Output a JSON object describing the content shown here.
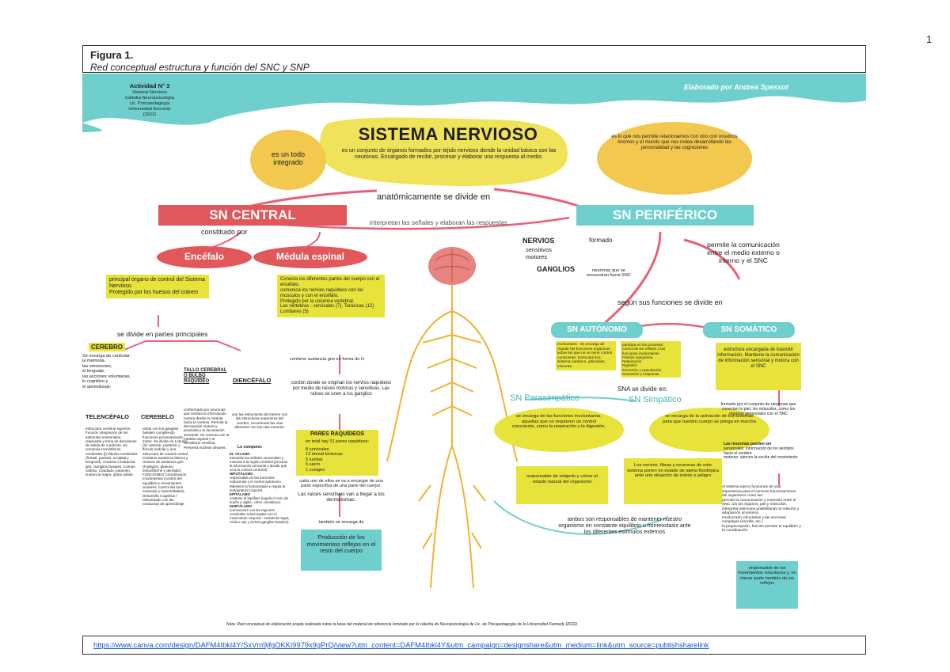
{
  "page_number": "1",
  "figure": {
    "label": "Figura 1.",
    "title": "Red conceptual estructura y función del SNC y SNP"
  },
  "link": "https://www.canva.com/design/DAFM4Ibkl4Y/SxVm9jfgOKKi9979x9gPrQ/view?utm_content=DAFM4Ibkl4Y&utm_campaign=designshare&utm_medium=link&utm_source=publishsharelink",
  "colors": {
    "teal": "#6fcfcd",
    "yellow": "#e8e33a",
    "coral": "#e2575a",
    "pink": "#f08aa8",
    "nerve": "#f2b233",
    "brain": "#e8847f"
  },
  "header": {
    "activity": "Actividad N° 3",
    "lines": [
      "Sistema Nervioso",
      "Cátedra Neuropsicología",
      "Lic. Psicopedagogía",
      "Universidad Kennedy",
      "(2022)"
    ],
    "author": "Elaborado por Andrea Spessot"
  },
  "center": {
    "title": "SISTEMA NERVIOSO",
    "description": "es un conjunto de órganos formados por tejido nervioso donde la unidad básica son las neuronas. Encargado de recibir, procesar y elaborar una respuesta al medio.",
    "left_cloud": "es un todo integrado",
    "right_cloud": "es lo que nos permite relacionarnos con otro con nosotros mismos y el mundo que nos rodea desarrollando las personalidad y las cogniciones",
    "divides": "anatómicamente se divide en",
    "interpret": "interpretan las señales y elaboran las respuestas"
  },
  "snc": {
    "title": "SN CENTRAL",
    "constituted": "constituido por",
    "encefalo": {
      "title": "Encéfalo",
      "bullets": [
        "principal órgano de control del Sistema Nervioso.",
        "Protegido por los huesos del cráneo"
      ],
      "divides": "se divide en partes principales",
      "cerebro": {
        "title": "CEREBRO",
        "intro": "Se encarga de controlar:",
        "items": [
          "la memoria,",
          "las emociones,",
          "el lenguaje,",
          "las acciones voluntarias,",
          "lo cognitivo y",
          "el aprendizaje."
        ]
      },
      "telencefalo": {
        "title": "TELENCÉFALO",
        "text": "estructura cerebral superior. Función integración de los estímulos sensoriales, respuesta y toma de decisiones de salida de conducta. Se compone Hemisferios cerebrales (l) lóbulos cerebrales (frontal, parietal, occipital y temporal). Corteza o sustancia gris. Ganglios basales. Cuerpo calloso, Caudado, putamen, sustancia negra, globo pálido."
      },
      "cerebelo": {
        "title": "CEREBELO",
        "text": "unido con los ganglios basales cumpliendo funciones procesamiento motor. Se divide en Lóbulos (3): anterior, posterior y flóculo nodular y una estructura de control central. Contiene sustancia blanca y núcleos de sustancia gris (Fastigios, globoso, emboliforme y dentado). FUNCIONES Coordinación movimientos (control del equilibrio y movimientos oculares, control del tono muscular y extremidades). Desarrollo Cognitivo / relacionado con las conductas de aprendizaje."
      },
      "tallo": {
        "title": "TALLO CEREBRAL O BULBO RAQUÍDEO",
        "text": "conformado por neuronas que reciben la información motora desde la médula hacia la corteza. Permite la decusación motora y piramidal y la decusación sensorial. Se conecta con la médula espinal y el hemisferio cerebral. Presenta núcleos olivares."
      },
      "diencefalo": {
        "title": "DIENCÉFALO",
        "text": "une las estructuras del interior con las estructuras superiores del cerebro, recorriendo las vías aferentes con las vías motoras.",
        "components_title": "Lo compone:",
        "components": [
          {
            "name": "EL TÁLAMO",
            "text": "transmite las señales sensoriales y motoras a la región cerebral (procesa la información sensorial y decide qué va a la corteza cerebral)."
          },
          {
            "name": "HIPOTÁLAMO",
            "text": "responsable de las funciones endocrinas y el control autónomo. Mantiene la homeostasis y regula la temperatura corporal."
          },
          {
            "name": "EPITÁLAMO",
            "text": "contiene la hipófisis (regula el ciclo de sueño y vigilia - ritmo circadiano)."
          },
          {
            "name": "SUBTÁLAMO",
            "text": "(conexiones con las regiones cerebrales relacionadas con el movimiento corporal - sustancia negra, núcleo rojo y ciertos ganglios basales)."
          }
        ]
      }
    },
    "medula": {
      "title": "Médula espinal",
      "bullets": [
        "Conecta los diferentes partes del cuerpo con el encéfalo.",
        "comunica los nervios raquídeos con los músculos y con el encéfalo.",
        "Protegido por la columna vertebral.",
        "Las vértebras - cervicales (7), Torácicas (12) Lumbares (5)"
      ],
      "gray": "contiene sustancia gris en forma de H",
      "cords": "cordón donde se originan los nervios raquídeos por medio de raíces motoras y sensitivas. Las raíces se unen a los ganglios",
      "pairs_title": "PARES RAQUÍDEOS",
      "pairs_sub": "en total hay 31 pares raquídeos:",
      "pairs": [
        "8 cervicales",
        "12 dorsal torácicas",
        "5 lumbar",
        "5 sacro",
        "1 coxígeo"
      ],
      "pairs_note": "cada uno de ellos se va a encargar de una parte específica de una parte del cuerpo.",
      "dermatomas": "Las raíces sensitivas van a llegar a los dermatomas.",
      "also": "también se encarga de",
      "reflexes": "Producción de los movimientos reflejos en el resto del cuerpo"
    }
  },
  "snp": {
    "title": "SN PERIFÉRICO",
    "formado": "formado",
    "nervios": "NERVIOS",
    "nervios_types": [
      "sensitivos",
      "motores"
    ],
    "ganglios": "GANGLIOS",
    "ganglios_desc": "neuronas que se encuentran fuera SNC",
    "permite": "permite la comunicación entre el medio externo o interno y el SNC",
    "funciones": "según sus funciones se divide en",
    "autonomo": {
      "title": "SN AUTÓNOMO",
      "left_text": "Involuntario - se encarga de regular las funciones orgánicas sobre las que no se tiene control consciente: músculos liso, sistema cardíaco, glándulas, vísceras.",
      "right_intro": "participa en los procesos:",
      "right_items": [
        "control de los reflejos y las funciones involuntarias",
        "Presión sanguínea",
        "Respiración",
        "Digestión",
        "Excreción y eyaculación",
        "Sensación y respuesta"
      ],
      "sna_divides": "SNA se divide en:",
      "para": {
        "title": "SN Parasimpático",
        "text": "se encarga de las funciones involuntarias, aquellas que no requieren un control consciente, como la respiración y la digestión.",
        "bottom": "responsable de relajarlo y volver al estado natural del organismo"
      },
      "simp": {
        "title": "SN Simpático",
        "text": "se encarga de la activación de los sistemas para que nuestro cuerpo se ponga en marcha",
        "bottom": "Los nervios, fibras y neuronas de este sistema ponen en estado de alerta fisiológica ante una situación de estrés o peligro"
      },
      "both": "ambos son responsables de mantener nuestro organismo en constante equilibrio u homeostasis ante los diferentes estímulos externos"
    },
    "somatico": {
      "title": "SN SOMÁTICO",
      "text": "estructura encargada de trasmitir información. Mantiene la comunicación de información sensorial y motora con el SNC",
      "nerves": "formado por el conjunto de neuronas que conectan la piel, los músculos, como los órganos sensoriales con el SNC",
      "neurons_title": "Las neuronas pueden ser",
      "neurons": [
        "sensoriales: información de los sentidos hacia el cerebro",
        "motoras: ejercen la acción del movimiento"
      ],
      "functions_intro": "el sistema ejerce funciones de vital importancia para el correcto funcionamiento del organismo como ser:",
      "functions": [
        "permite la comunicación y conexión entre el SNC con los órganos, piel y músculos.",
        "interpreta estímulos posibilitando la relación y adaptación al entorno.",
        "Involucrado voluntarias y las acciones complejas (escribir, etc.)",
        "la propiocepción, función permite el equilibrio y la coordinación"
      ],
      "voluntary": "responsable de los movimientos voluntarios y, en menor parte también de los reflejos"
    }
  },
  "note": "Nota: Red conceptual de elaboración propia realizada sobre la base del material de referencia brindado por la cátedra de Neuropsicología de Lic. de Psicopedagogía de la Universidad Kennedy (2022)"
}
